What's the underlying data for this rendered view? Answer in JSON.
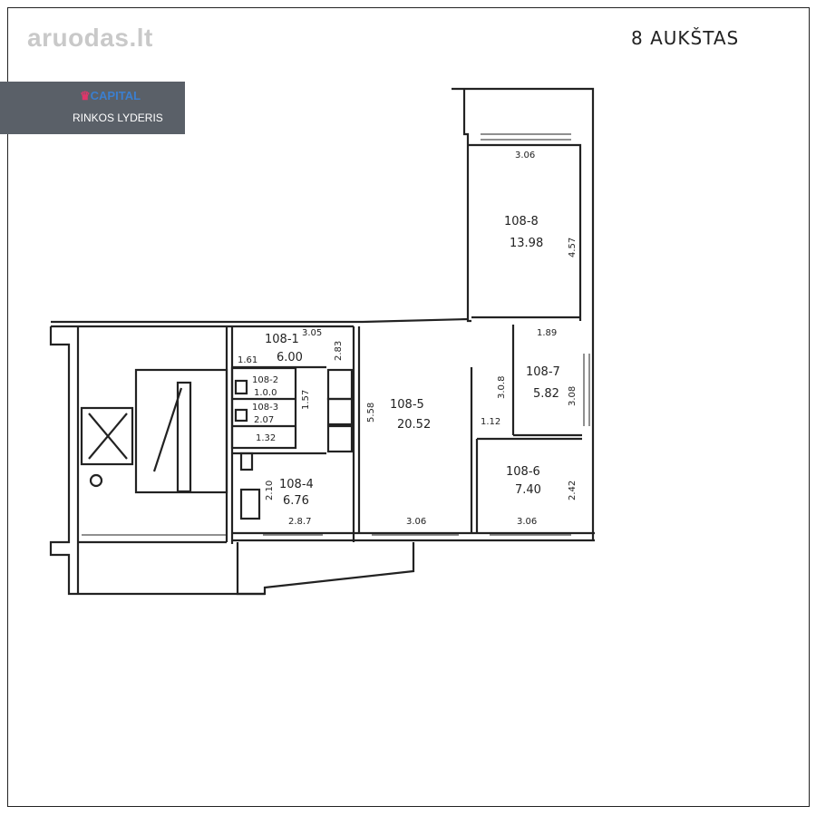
{
  "watermark": {
    "site": "aruodas",
    "suffix": ".lt"
  },
  "banner": {
    "brand": "CAPITAL",
    "tagline": "RINKOS LYDERIS"
  },
  "floor_title": "8 AUKŠTAS",
  "rooms": [
    {
      "id": "108-1",
      "area": "6.00"
    },
    {
      "id": "108-2",
      "area": "1.0.0"
    },
    {
      "id": "108-3",
      "area": "2.07"
    },
    {
      "id": "108-4",
      "area": "6.76"
    },
    {
      "id": "108-5",
      "area": "20.52"
    },
    {
      "id": "108-6",
      "area": "7.40"
    },
    {
      "id": "108-7",
      "area": "5.82"
    },
    {
      "id": "108-8",
      "area": "13.98"
    }
  ],
  "dimensions": {
    "d_306_top": "3.06",
    "d_457": "4.57",
    "d_305": "3.05",
    "d_161": "1.61",
    "d_283": "2.83",
    "d_189": "1.89",
    "d_308a": "3.0.8",
    "d_308b": "3.08",
    "d_157": "1.57",
    "d_558": "5.58",
    "d_112": "1.12",
    "d_132": "1.32",
    "d_210": "2.10",
    "d_287": "2.8.7",
    "d_306_bottom": "3.06",
    "d_242": "2.42",
    "d_306_right": "3.06"
  }
}
